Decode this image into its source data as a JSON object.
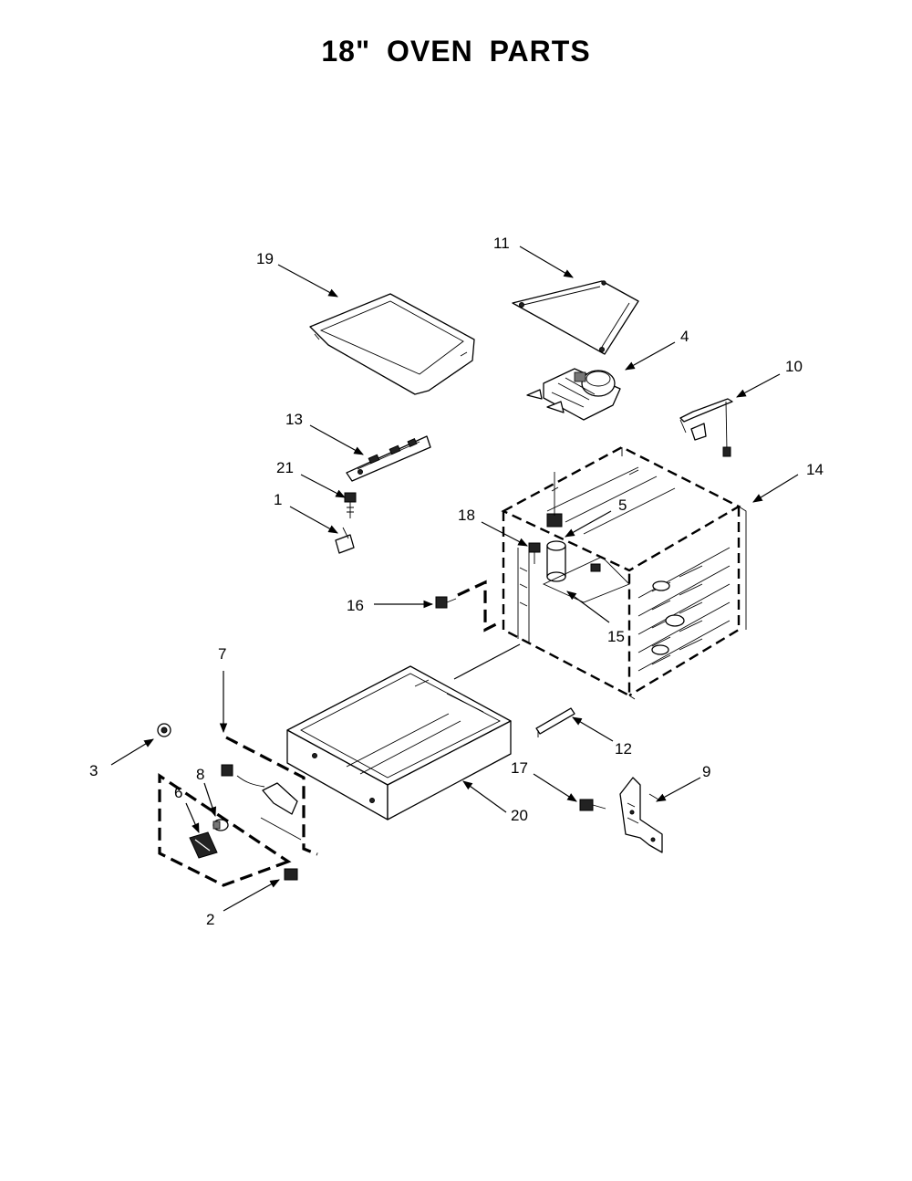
{
  "title": "18\"  OVEN  PARTS",
  "callouts": {
    "c1": "1",
    "c2": "2",
    "c3": "3",
    "c4": "4",
    "c5": "5",
    "c6": "6",
    "c7": "7",
    "c8": "8",
    "c9": "9",
    "c10": "10",
    "c11": "11",
    "c12": "12",
    "c13": "13",
    "c14": "14",
    "c15": "15",
    "c16": "16",
    "c17": "17",
    "c18": "18",
    "c19": "19",
    "c20": "20",
    "c21": "21"
  }
}
